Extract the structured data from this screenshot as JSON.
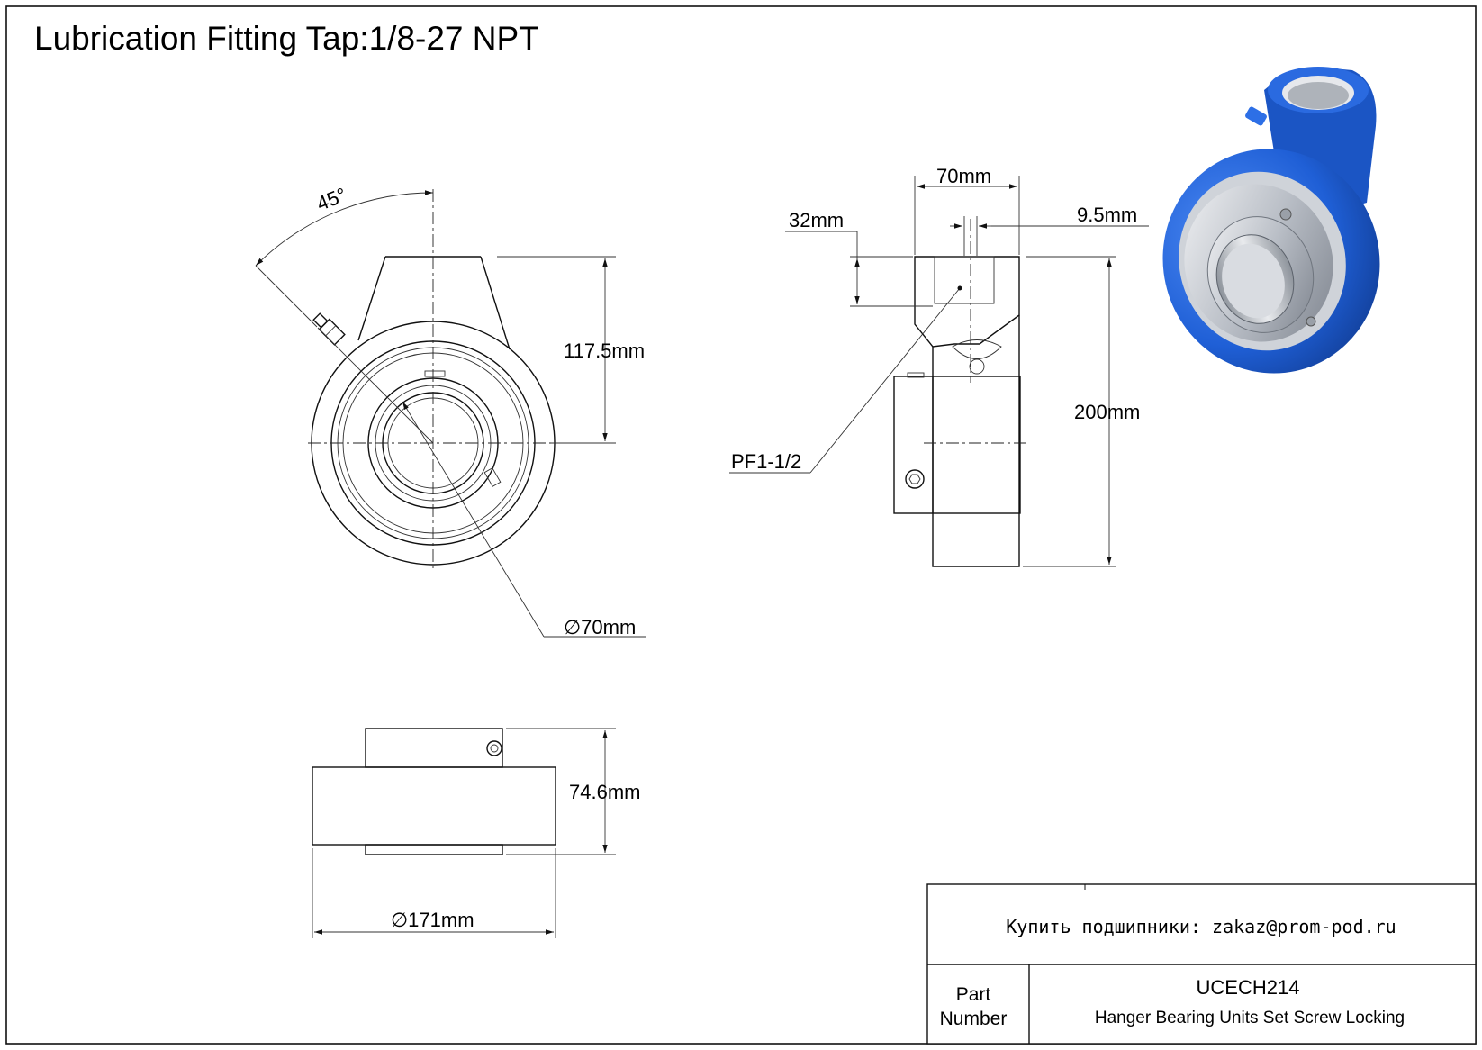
{
  "drawing": {
    "title": "Lubrication Fitting Tap:1/8-27 NPT",
    "angle_label": "45°",
    "dims": {
      "height_top": "117.5mm",
      "bore_dia": "∅70mm",
      "width_side": "70mm",
      "offset_top": "32mm",
      "offset_small": "9.5mm",
      "thread": "PF1-1/2",
      "total_height": "200mm",
      "width_bottom": "74.6mm",
      "outer_dia": "∅171mm"
    }
  },
  "title_block": {
    "contact": "Купить подшипники: zakaz@prom-pod.ru",
    "part_label_1": "Part",
    "part_label_2": "Number",
    "part_number": "UCECH214",
    "description": "Hanger Bearing Units Set Screw Locking"
  },
  "render_colors": {
    "body_blue": "#1f5fd6",
    "steel": "#c8ccd2"
  }
}
